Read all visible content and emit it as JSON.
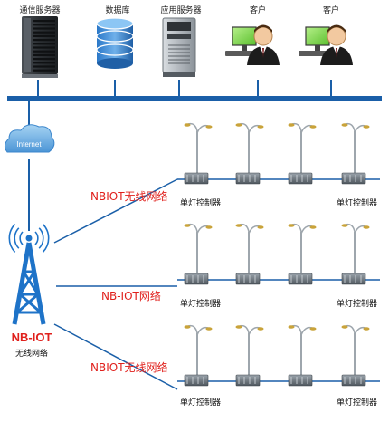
{
  "top_devices": [
    {
      "label": "通信服务器",
      "icon": "rack-server-icon"
    },
    {
      "label": "数据库",
      "icon": "database-icon"
    },
    {
      "label": "应用服务器",
      "icon": "tower-server-icon"
    },
    {
      "label": "客户",
      "icon": "client-workstation-icon"
    },
    {
      "label": "客户",
      "icon": "client-workstation-icon"
    }
  ],
  "cloud": {
    "label": "Internet",
    "icon": "cloud-icon"
  },
  "links": [
    {
      "label": "NBIOT无线网络"
    },
    {
      "label": "NB-IOT网络"
    },
    {
      "label": "NBIOT无线网络"
    }
  ],
  "tower": {
    "title": "NB-IOT",
    "subtitle": "无线网络",
    "icon": "cell-tower-icon"
  },
  "street_light_groups": [
    {
      "poles": 4,
      "controller_labels": [
        "单灯控制器",
        "单灯控制器"
      ]
    },
    {
      "poles": 4,
      "controller_labels": [
        "单灯控制器",
        "单灯控制器"
      ]
    },
    {
      "poles": 4,
      "controller_labels": [
        "单灯控制器",
        "单灯控制器"
      ]
    }
  ],
  "colors": {
    "backbone": "#1a5fa8",
    "link_text": "#e0201c",
    "tower": "#1e73c8",
    "controller": "#6f7880"
  }
}
